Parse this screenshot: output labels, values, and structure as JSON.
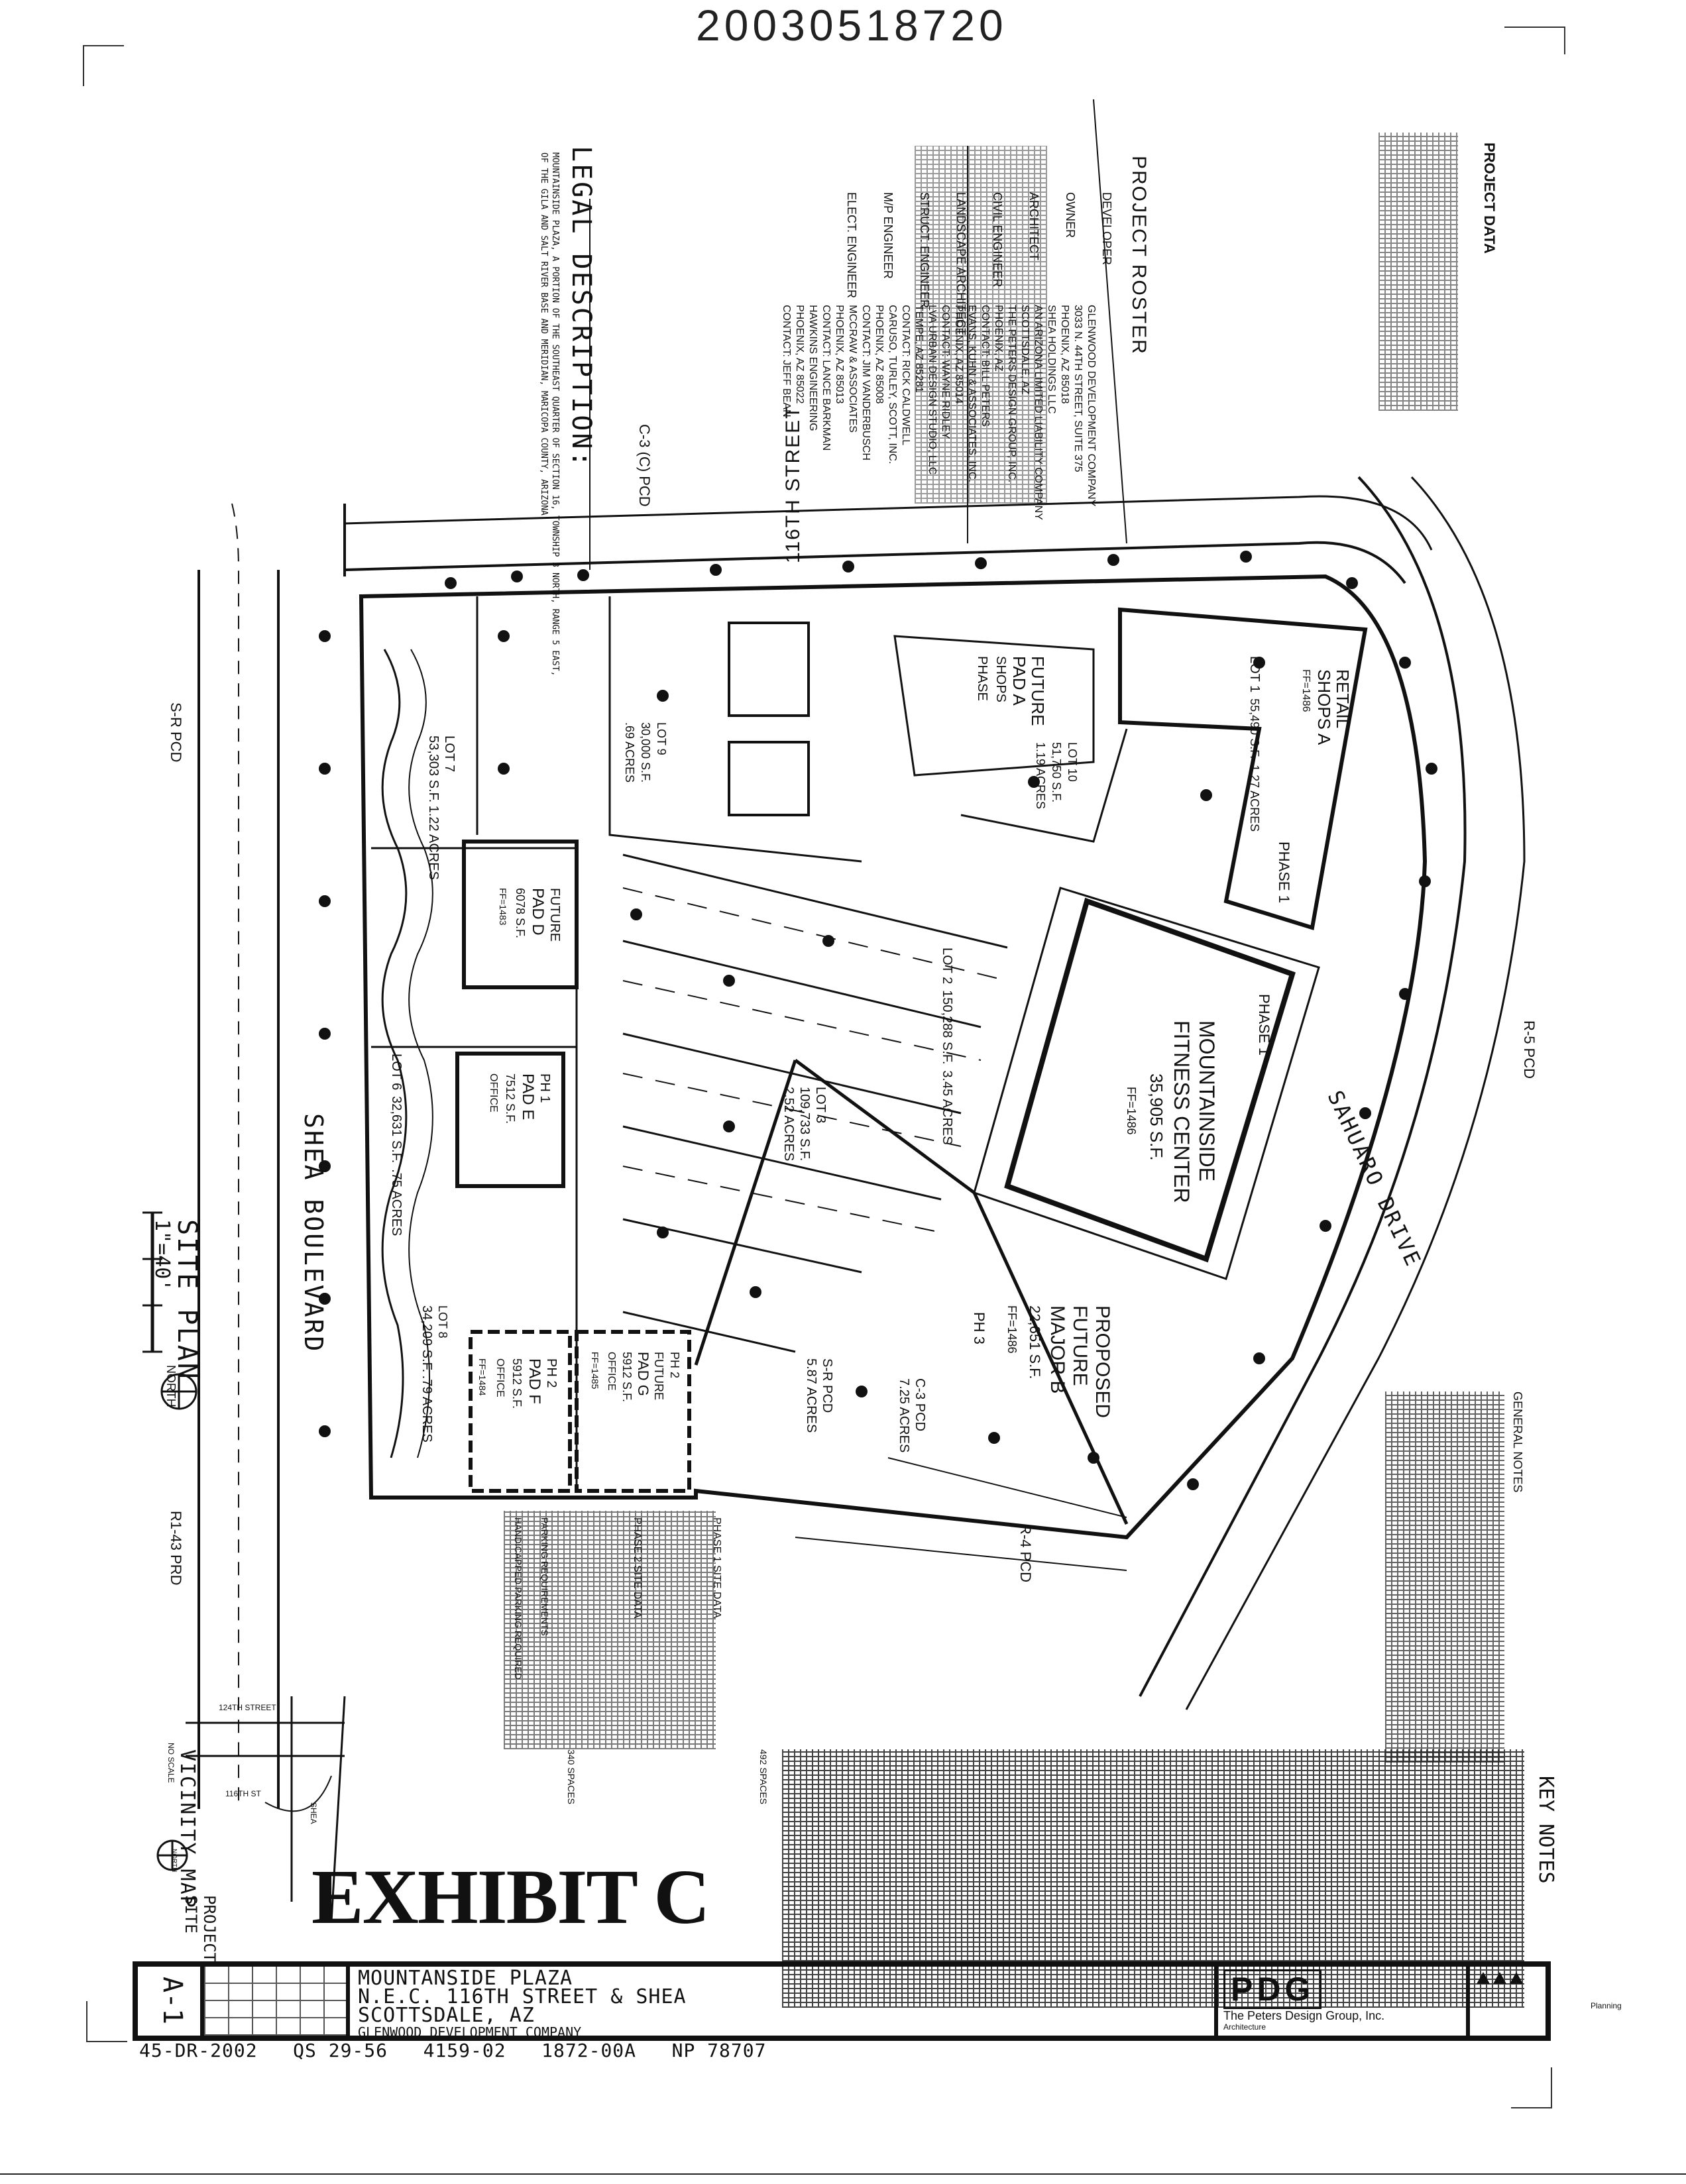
{
  "doc_number": "20030518720",
  "title_block": {
    "sheet_no": "A-1",
    "project_name": "MOUNTANSIDE PLAZA",
    "location_line": "N.E.C. 116TH STREET & SHEA",
    "city_line": "SCOTTSDALE, AZ",
    "client": "GLENWOOD DEVELOPMENT COMPANY",
    "architect_firm": "The Peters Design Group, Inc.",
    "architect_label": "Architecture",
    "planning_label": "Planning",
    "firm_mark": "PDG"
  },
  "case_numbers": "45-DR-2002   QS 29-56   4159-02   1872-00A   NP 78707",
  "exhibit_stamp": "EXHIBIT C",
  "sheet_title": "SITE PLAN",
  "scale": "1\"=40'",
  "north_label": "NORTH",
  "streets": {
    "street_116": "116TH STREET",
    "shea": "SHEA BOULEVARD",
    "sahuaro": "SAHUARO DRIVE"
  },
  "zoning": {
    "sr_pcd_left": "S-R PCD",
    "r5_pcd": "R-5 PCD",
    "r143_prd": "R1-43 PRD",
    "c3_pcd_top": "C-3 (C) PCD",
    "r4_pcd": "R-4 PCD"
  },
  "buildings": {
    "fitness": [
      "MOUNTAINSIDE",
      "FITNESS CENTER",
      "35,905 S.F.",
      "FF=1486"
    ],
    "major_b": [
      "PROPOSED",
      "FUTURE",
      "MAJOR B",
      "22,651 S.F.",
      "FF=1486"
    ],
    "retail_a": [
      "RETAIL",
      "SHOPS A",
      "FF=1486"
    ],
    "phase1_a": "PHASE 1",
    "phase1_b": "PHASE 1",
    "ph3": "PH 3",
    "pad_d": [
      "FUTURE",
      "PAD D",
      "6078 S.F.",
      "FF=1483"
    ],
    "pad_e": [
      "PH 1",
      "PAD E",
      "7512 S.F.",
      "OFFICE"
    ],
    "pad_f": [
      "PH 2",
      "PAD F",
      "5912 S.F.",
      "OFFICE",
      "FF=1484"
    ],
    "pad_g": [
      "PH 2",
      "FUTURE",
      "PAD G",
      "5912 S.F.",
      "OFFICE",
      "FF=1485"
    ],
    "pad_a": [
      "FUTURE",
      "PAD A",
      "SHOPS",
      "PHASE"
    ]
  },
  "lots": {
    "lot1": [
      "LOT 1",
      "55,490 S.F.",
      "1.27 ACRES"
    ],
    "lot2": [
      "LOT 2",
      "150,288 S.F.",
      "3.45 ACRES"
    ],
    "lot3": [
      "LOT 3",
      "109,733 S.F.",
      "2.52 ACRES"
    ],
    "lot6": [
      "LOT 6",
      "32,631 S.F.",
      ".75 ACRES"
    ],
    "lot7": [
      "LOT 7",
      "53,303 S.F.",
      "1.22 ACRES"
    ],
    "lot8": [
      "LOT 8",
      "34,209 S.F.",
      ".79 ACRES"
    ],
    "lot9": [
      "LOT 9",
      "30,000 S.F.",
      ".69 ACRES"
    ],
    "lot10": [
      "LOT 10",
      "51,750 S.F.",
      "1.19 ACRES"
    ],
    "lot_sr": [
      "S-R PCD",
      "5.87 ACRES"
    ],
    "lot_c3": [
      "C-3 PCD",
      "7.25 ACRES"
    ]
  },
  "roster": {
    "heading": "PROJECT ROSTER",
    "entries": [
      {
        "role": "DEVELOPER",
        "lines": [
          "GLENWOOD DEVELOPMENT COMPANY",
          "3033 N. 44TH STREET, SUITE 375",
          "PHOENIX, AZ 85018"
        ]
      },
      {
        "role": "OWNER",
        "lines": [
          "SHEA HOLDINGS LLC",
          "AN ARIZONA LIMITED LIABILITY COMPANY",
          "SCOTTSDALE, AZ"
        ]
      },
      {
        "role": "ARCHITECT",
        "lines": [
          "THE PETERS DESIGN GROUP, INC.",
          "PHOENIX, AZ",
          "CONTACT: BILL PETERS"
        ]
      },
      {
        "role": "CIVIL ENGINEER",
        "lines": [
          "EVANS, KUHN & ASSOCIATES, INC.",
          "PHOENIX, AZ 85014",
          "CONTACT: WAYNE RIDLEY"
        ]
      },
      {
        "role": "LANDSCAPE ARCHITECT",
        "lines": [
          "LVA URBAN DESIGN STUDIO, LLC",
          "TEMPE, AZ 85281",
          "CONTACT: RICK CALDWELL"
        ]
      },
      {
        "role": "STRUCT. ENGINEER",
        "lines": [
          "CARUSO, TURLEY, SCOTT, INC.",
          "PHOENIX, AZ 85008",
          "CONTACT: JIM VANDERBUSCH"
        ]
      },
      {
        "role": "M/P ENGINEER",
        "lines": [
          "MCCRAW & ASSOCIATES",
          "PHOENIX, AZ 85013",
          "CONTACT: LANCE BARKMAN"
        ]
      },
      {
        "role": "ELECT. ENGINEER",
        "lines": [
          "HAWKINS ENGINEERING",
          "PHOENIX, AZ 85022",
          "CONTACT: JEFF BEAN"
        ]
      }
    ]
  },
  "project_data_heading": "PROJECT DATA",
  "legal": {
    "heading": "LEGAL DESCRIPTION:",
    "text": [
      "MOUNTAINSIDE PLAZA, A PORTION OF THE SOUTHEAST QUARTER OF SECTION 16, TOWNSHIP 3 NORTH, RANGE 5 EAST,",
      "OF THE GILA AND SALT RIVER BASE AND MERIDIAN, MARICOPA COUNTY, ARIZONA"
    ]
  },
  "general_notes_heading": "GENERAL NOTES",
  "key_notes_heading": "KEY NOTES",
  "vicinity": {
    "title": "VICINITY MAP",
    "no_scale": "NO SCALE",
    "project_site": "PROJECT SITE",
    "north": "NORTH",
    "street_a": "124TH STREET",
    "street_b": "116TH ST",
    "street_c": "SHEA"
  },
  "site_data": {
    "phase1": "PHASE 1 SITE DATA",
    "phase2": "PHASE 2 SITE DATA",
    "parking": "PARKING REQUIREMENTS",
    "handicap": "HANDICAPPED PARKING REQUIRED",
    "spaces1": "340 SPACES",
    "spaces2": "492 SPACES"
  }
}
